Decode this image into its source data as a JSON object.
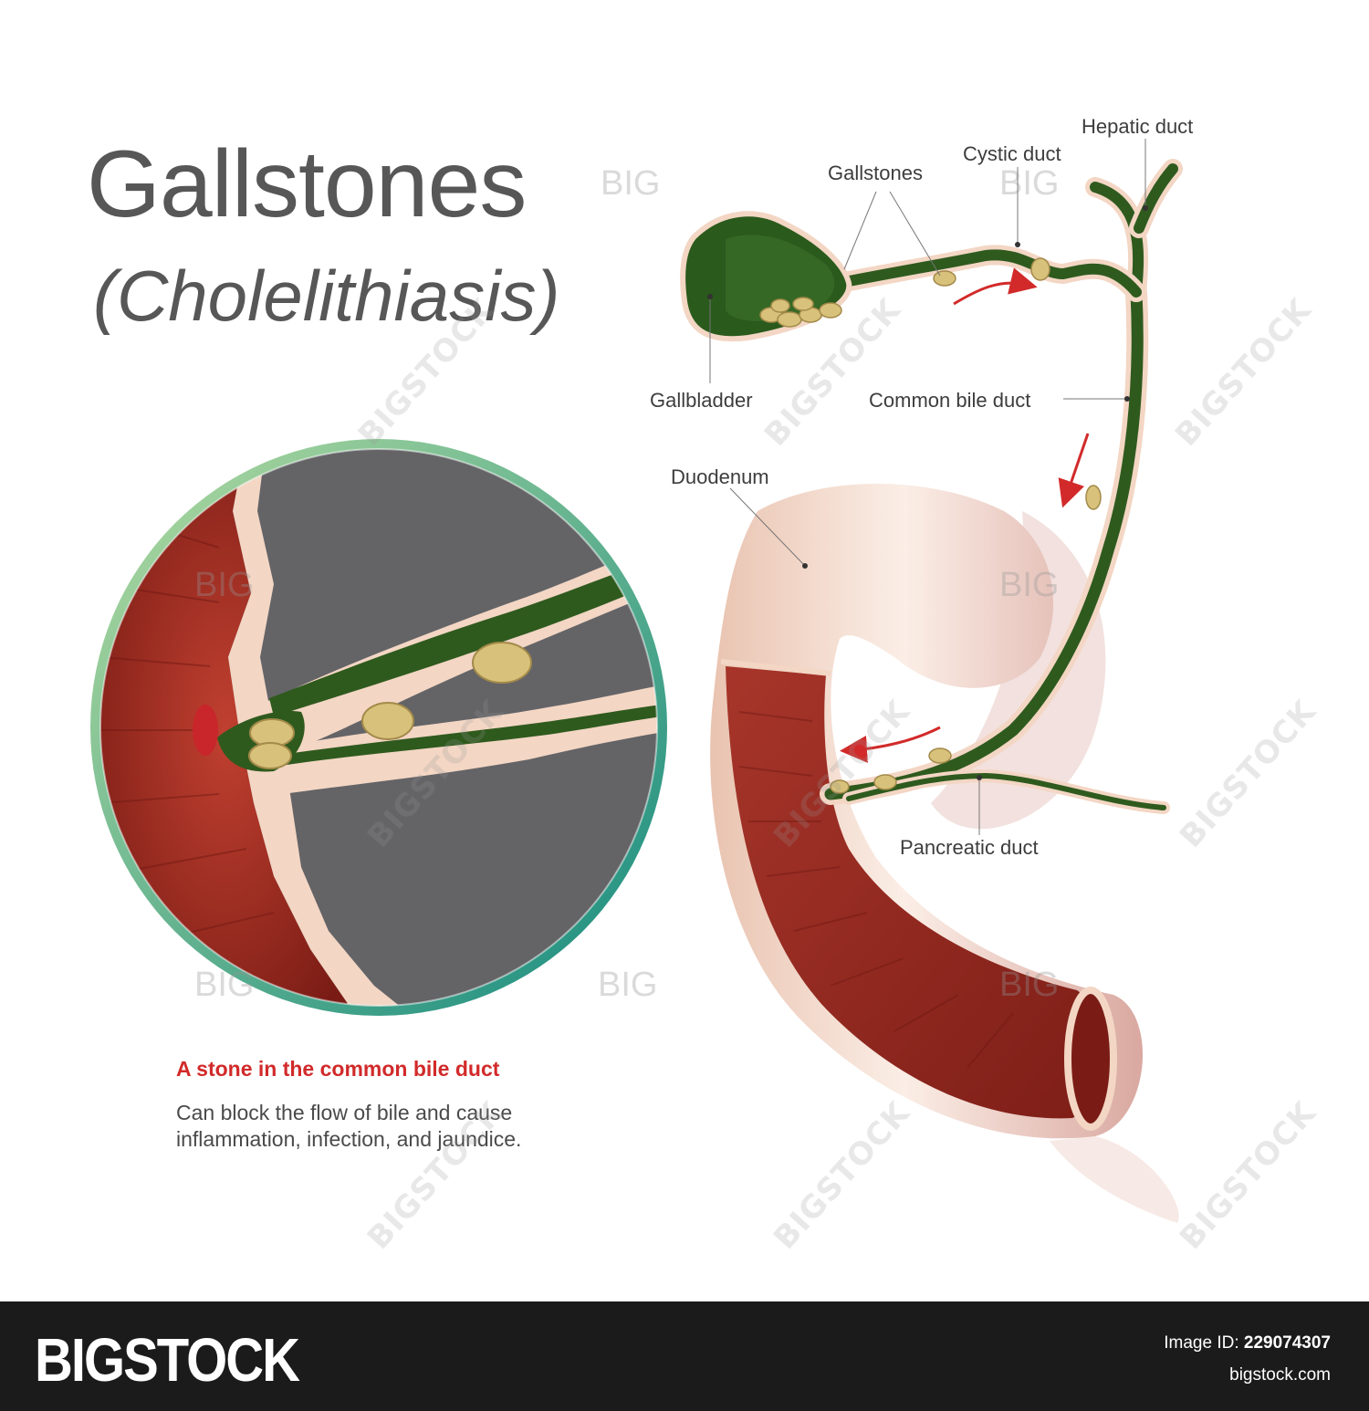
{
  "title": "Gallstones",
  "subtitle": "(Cholelithiasis)",
  "labels": {
    "hepatic_duct": "Hepatic duct",
    "cystic_duct": "Cystic duct",
    "gallstones": "Gallstones",
    "gallbladder": "Gallbladder",
    "common_bile_duct": "Common bile duct",
    "duodenum": "Duodenum",
    "pancreatic_duct": "Pancreatic duct"
  },
  "caption": {
    "title": "A stone in the common bile duct",
    "body": "Can block the flow of bile and cause inflammation, infection, and jaundice."
  },
  "watermark": {
    "diagonal": "BIGSTOCK",
    "short": "BIG"
  },
  "footer": {
    "brand": "BIGSTOCK",
    "image_id_label": "Image ID:",
    "image_id": "229074307",
    "site": "bigstock.com"
  },
  "colors": {
    "bile_green": "#2f5a1e",
    "tissue_pink": "#f3d6c4",
    "intestine_red": "#9a2a20",
    "stone_yellow": "#d8c17a",
    "arrow_red": "#d22a2a",
    "circle_ring_start": "#a8d69a",
    "circle_ring_end": "#1f8f7f",
    "gray_panel": "#646467",
    "footer_bg": "#1b1b1b"
  }
}
